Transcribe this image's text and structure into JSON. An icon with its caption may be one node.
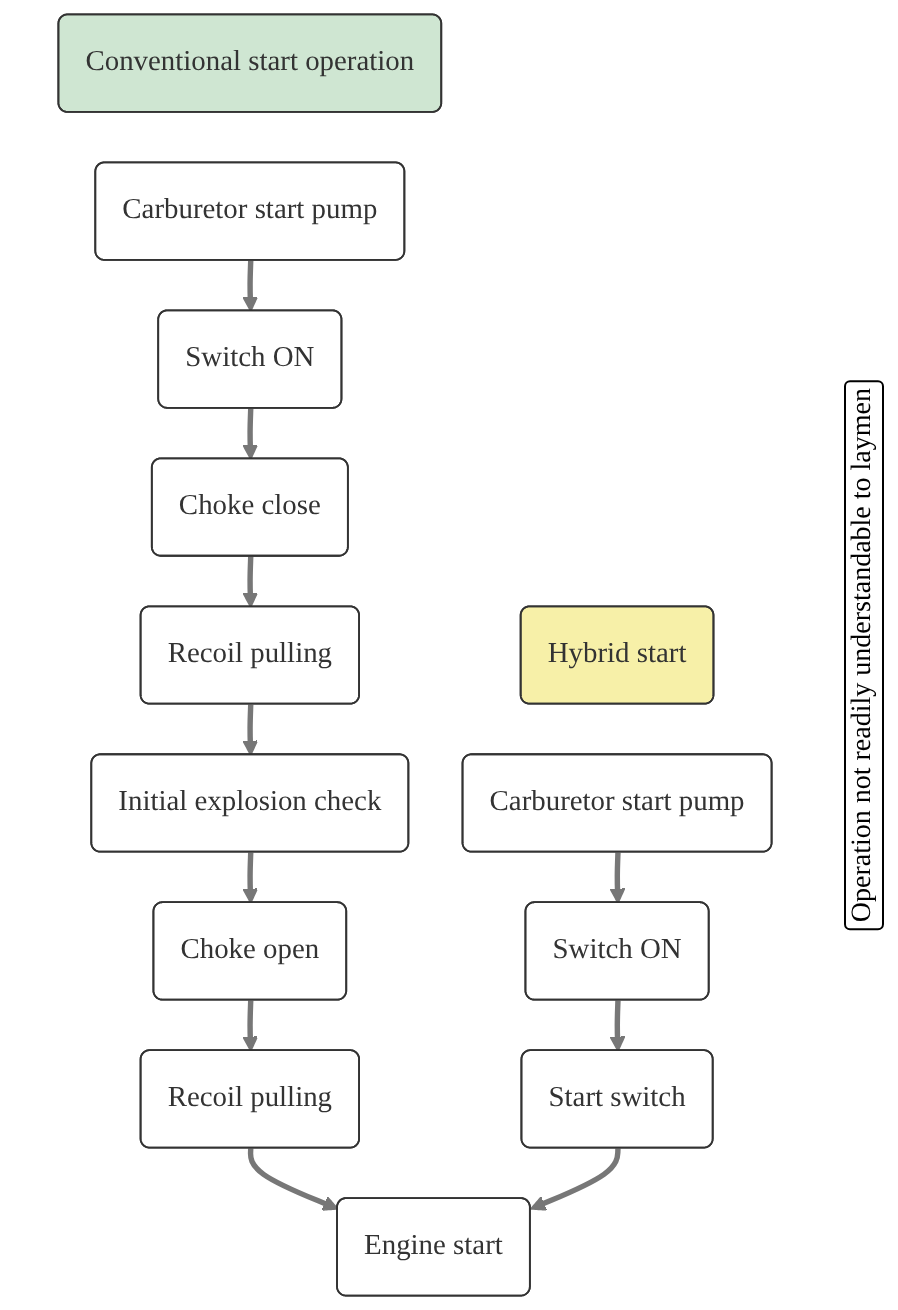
{
  "diagram": {
    "nodes": [
      {
        "text": [
          "Conventional start operation"
        ]
      },
      {
        "text": [
          "Hybrid start"
        ]
      },
      {
        "text": [
          "Carburetor start pump"
        ]
      },
      {
        "text": [
          "Carburetor start pump"
        ]
      },
      {
        "text": [
          "Switch ON"
        ]
      },
      {
        "text": [
          "Choke close"
        ]
      },
      {
        "text": [
          "Recoil pulling"
        ]
      },
      {
        "text": [
          "Initial explosion check"
        ]
      },
      {
        "text": [
          "Choke open"
        ]
      },
      {
        "text": [
          "Recoil pulling"
        ]
      },
      {
        "text": [
          "Switch ON"
        ]
      },
      {
        "text": [
          "Start switch"
        ]
      },
      {
        "text": [
          "Engine start"
        ]
      }
    ],
    "edges": [
      {
        "from": 2,
        "to": 4,
        "arrow": "to"
      },
      {
        "from": 4,
        "to": 5,
        "arrow": "to"
      },
      {
        "from": 5,
        "to": 6,
        "arrow": "to"
      },
      {
        "from": 6,
        "to": 7,
        "arrow": "to"
      },
      {
        "from": 7,
        "to": 8,
        "arrow": "to"
      },
      {
        "from": 8,
        "to": 9,
        "arrow": "to"
      },
      {
        "from": 9,
        "to": 12,
        "arrow": "to"
      },
      {
        "from": 3,
        "to": 10,
        "arrow": "to"
      },
      {
        "from": 10,
        "to": 11,
        "arrow": "to"
      },
      {
        "from": 11,
        "to": 12,
        "arrow": "to"
      }
    ],
    "labels": [
      "Operation not readily understandable to laymen"
    ]
  }
}
